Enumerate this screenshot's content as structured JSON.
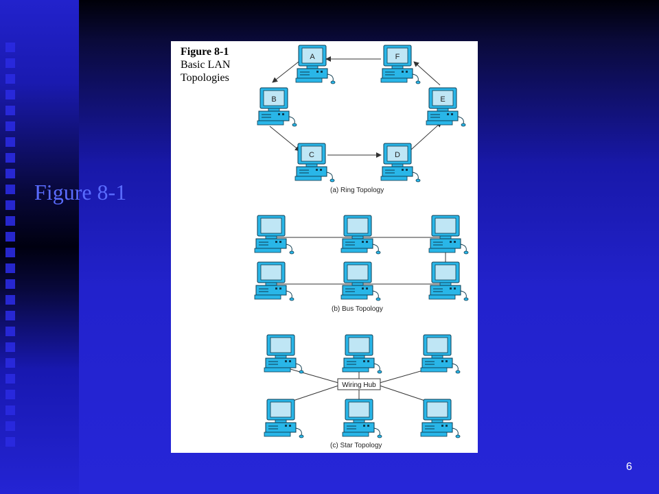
{
  "slide": {
    "title": "Figure 8-1",
    "page_number": "6"
  },
  "figure": {
    "title": "Figure 8-1",
    "subtitle_line1": "Basic LAN",
    "subtitle_line2": "Topologies",
    "ring": {
      "caption": "(a) Ring Topology",
      "nodes": [
        "A",
        "B",
        "C",
        "D",
        "E",
        "F"
      ]
    },
    "bus": {
      "caption": "(b) Bus Topology"
    },
    "star": {
      "caption": "(c) Star Topology",
      "hub_label": "Wiring Hub"
    }
  },
  "colors": {
    "pc_fill": "#29b6e8",
    "pc_outline": "#0d3b4f",
    "screen": "#bfe6f5",
    "line": "#333333"
  }
}
